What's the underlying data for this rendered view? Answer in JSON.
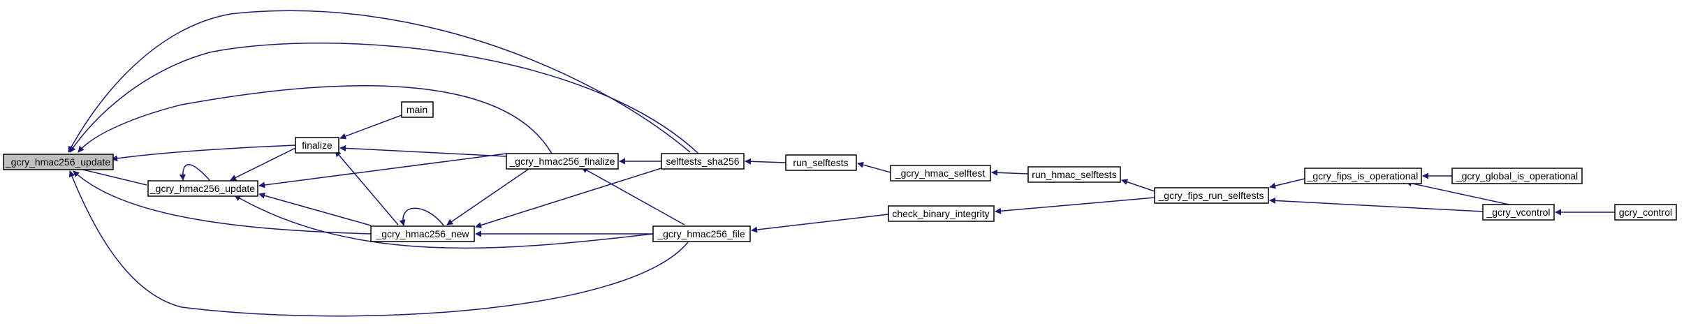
{
  "graph": {
    "edge_color": "#191970",
    "root_fill": "#bfbfbf",
    "nodes": [
      {
        "id": "n0",
        "label": "_gcry_hmac256_update"
      },
      {
        "id": "n1",
        "label": "_gcry_hmac256_update"
      },
      {
        "id": "n2",
        "label": "finalize"
      },
      {
        "id": "n3",
        "label": "main"
      },
      {
        "id": "n4",
        "label": "_gcry_hmac256_new"
      },
      {
        "id": "n5",
        "label": "_gcry_hmac256_finalize"
      },
      {
        "id": "n6",
        "label": "selftests_sha256"
      },
      {
        "id": "n7",
        "label": "_gcry_hmac256_file"
      },
      {
        "id": "n8",
        "label": "run_selftests"
      },
      {
        "id": "n9",
        "label": "_gcry_hmac_selftest"
      },
      {
        "id": "n10",
        "label": "run_hmac_selftests"
      },
      {
        "id": "n11",
        "label": "check_binary_integrity"
      },
      {
        "id": "n12",
        "label": "_gcry_fips_run_selftests"
      },
      {
        "id": "n13",
        "label": "_gcry_fips_is_operational"
      },
      {
        "id": "n14",
        "label": "_gcry_global_is_operational"
      },
      {
        "id": "n15",
        "label": "_gcry_vcontrol"
      },
      {
        "id": "n16",
        "label": "gcry_control"
      }
    ]
  }
}
